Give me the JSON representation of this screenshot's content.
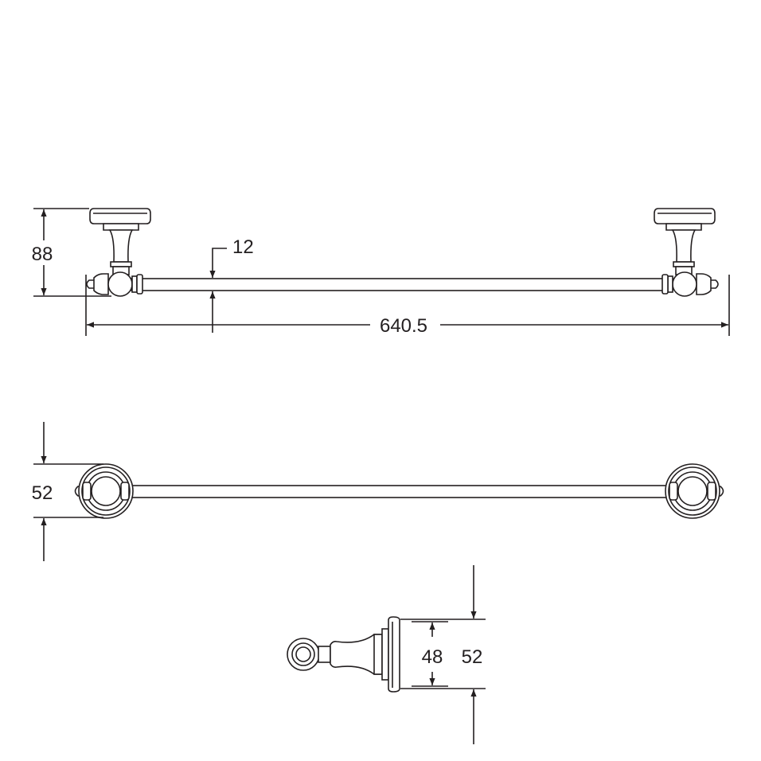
{
  "drawing": {
    "front_view": {
      "height_label": "88",
      "bar_diameter_label": "12",
      "length_label": "640.5"
    },
    "top_view": {
      "rosette_diameter_label": "52"
    },
    "side_view": {
      "inner_diameter_label": "48",
      "outer_diameter_label": "52"
    },
    "line_color": "#231f20"
  }
}
